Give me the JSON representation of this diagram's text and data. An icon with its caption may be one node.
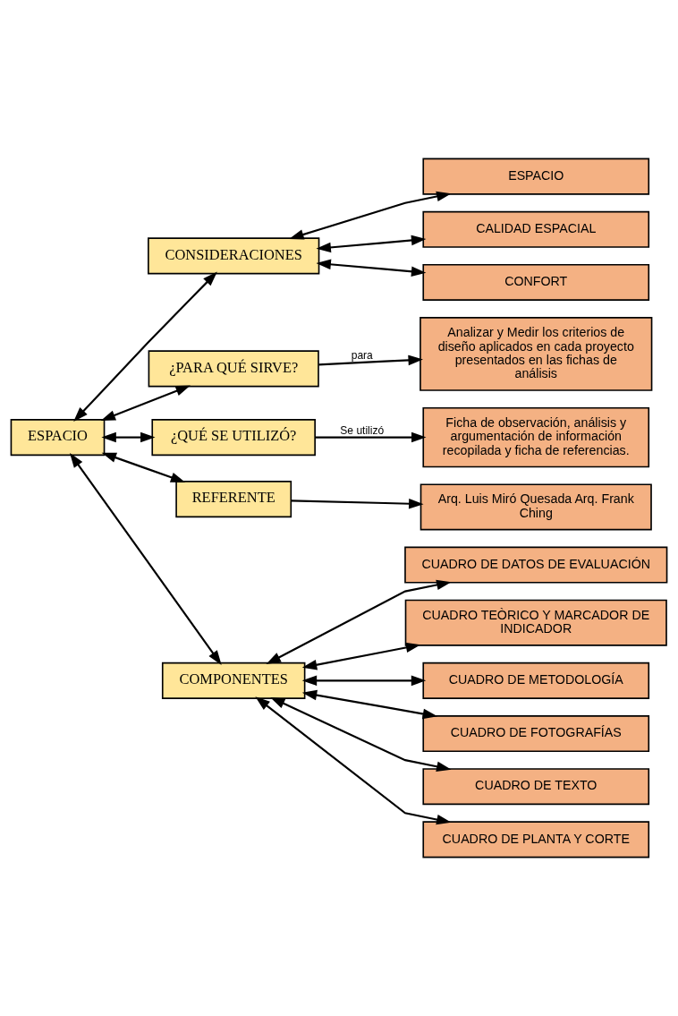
{
  "diagram": {
    "nodes": [
      {
        "text": [
          "ESPACIO"
        ]
      },
      {
        "text": [
          "CONSIDERACIONES"
        ]
      },
      {
        "text": [
          "ESPACIO"
        ]
      },
      {
        "text": [
          "CALIDAD ESPACIAL"
        ]
      },
      {
        "text": [
          "CONFORT"
        ]
      },
      {
        "text": [
          "¿PARA QUÉ SIRVE?"
        ]
      },
      {
        "text": [
          "Analizar y Medir los criterios de diseño aplicados en cada proyecto presentados en las fichas de análisis"
        ]
      },
      {
        "text": [
          "¿QUÉ SE UTILIZÓ?"
        ]
      },
      {
        "text": [
          "Ficha de observación, análisis y argumentación de información recopilada y ficha de referencias."
        ]
      },
      {
        "text": [
          "REFERENTE"
        ]
      },
      {
        "text": [
          "Arq. Luis Miró Quesada Arq. Frank Ching"
        ]
      },
      {
        "text": [
          "COMPONENTES"
        ]
      },
      {
        "text": [
          "CUADRO DE DATOS DE EVALUACIÓN"
        ]
      },
      {
        "text": [
          "CUADRO TEÒRICO Y MARCADOR DE INDICADOR"
        ]
      },
      {
        "text": [
          "CUADRO DE METODOLOGÍA"
        ]
      },
      {
        "text": [
          "CUADRO DE FOTOGRAFÍAS"
        ]
      },
      {
        "text": [
          "CUADRO DE TEXTO"
        ]
      },
      {
        "text": [
          "CUADRO DE PLANTA Y CORTE"
        ]
      }
    ],
    "edges": [
      {
        "from": 0,
        "to": 1,
        "arrow": "both"
      },
      {
        "from": 0,
        "to": 5,
        "arrow": "both"
      },
      {
        "from": 0,
        "to": 7,
        "arrow": "both"
      },
      {
        "from": 0,
        "to": 9,
        "arrow": "both"
      },
      {
        "from": 0,
        "to": 11,
        "arrow": "both"
      },
      {
        "from": 1,
        "to": 2,
        "arrow": "both"
      },
      {
        "from": 1,
        "to": 3,
        "arrow": "both"
      },
      {
        "from": 1,
        "to": 4,
        "arrow": "both"
      },
      {
        "from": 5,
        "to": 6,
        "arrow": "to",
        "label": "para"
      },
      {
        "from": 7,
        "to": 8,
        "arrow": "to",
        "label": "Se utilizó"
      },
      {
        "from": 9,
        "to": 10,
        "arrow": "to"
      },
      {
        "from": 11,
        "to": 12,
        "arrow": "both"
      },
      {
        "from": 11,
        "to": 13,
        "arrow": "both"
      },
      {
        "from": 11,
        "to": 14,
        "arrow": "both"
      },
      {
        "from": 11,
        "to": 15,
        "arrow": "both"
      },
      {
        "from": 11,
        "to": 16,
        "arrow": "both"
      },
      {
        "from": 11,
        "to": 17,
        "arrow": "both"
      }
    ]
  }
}
